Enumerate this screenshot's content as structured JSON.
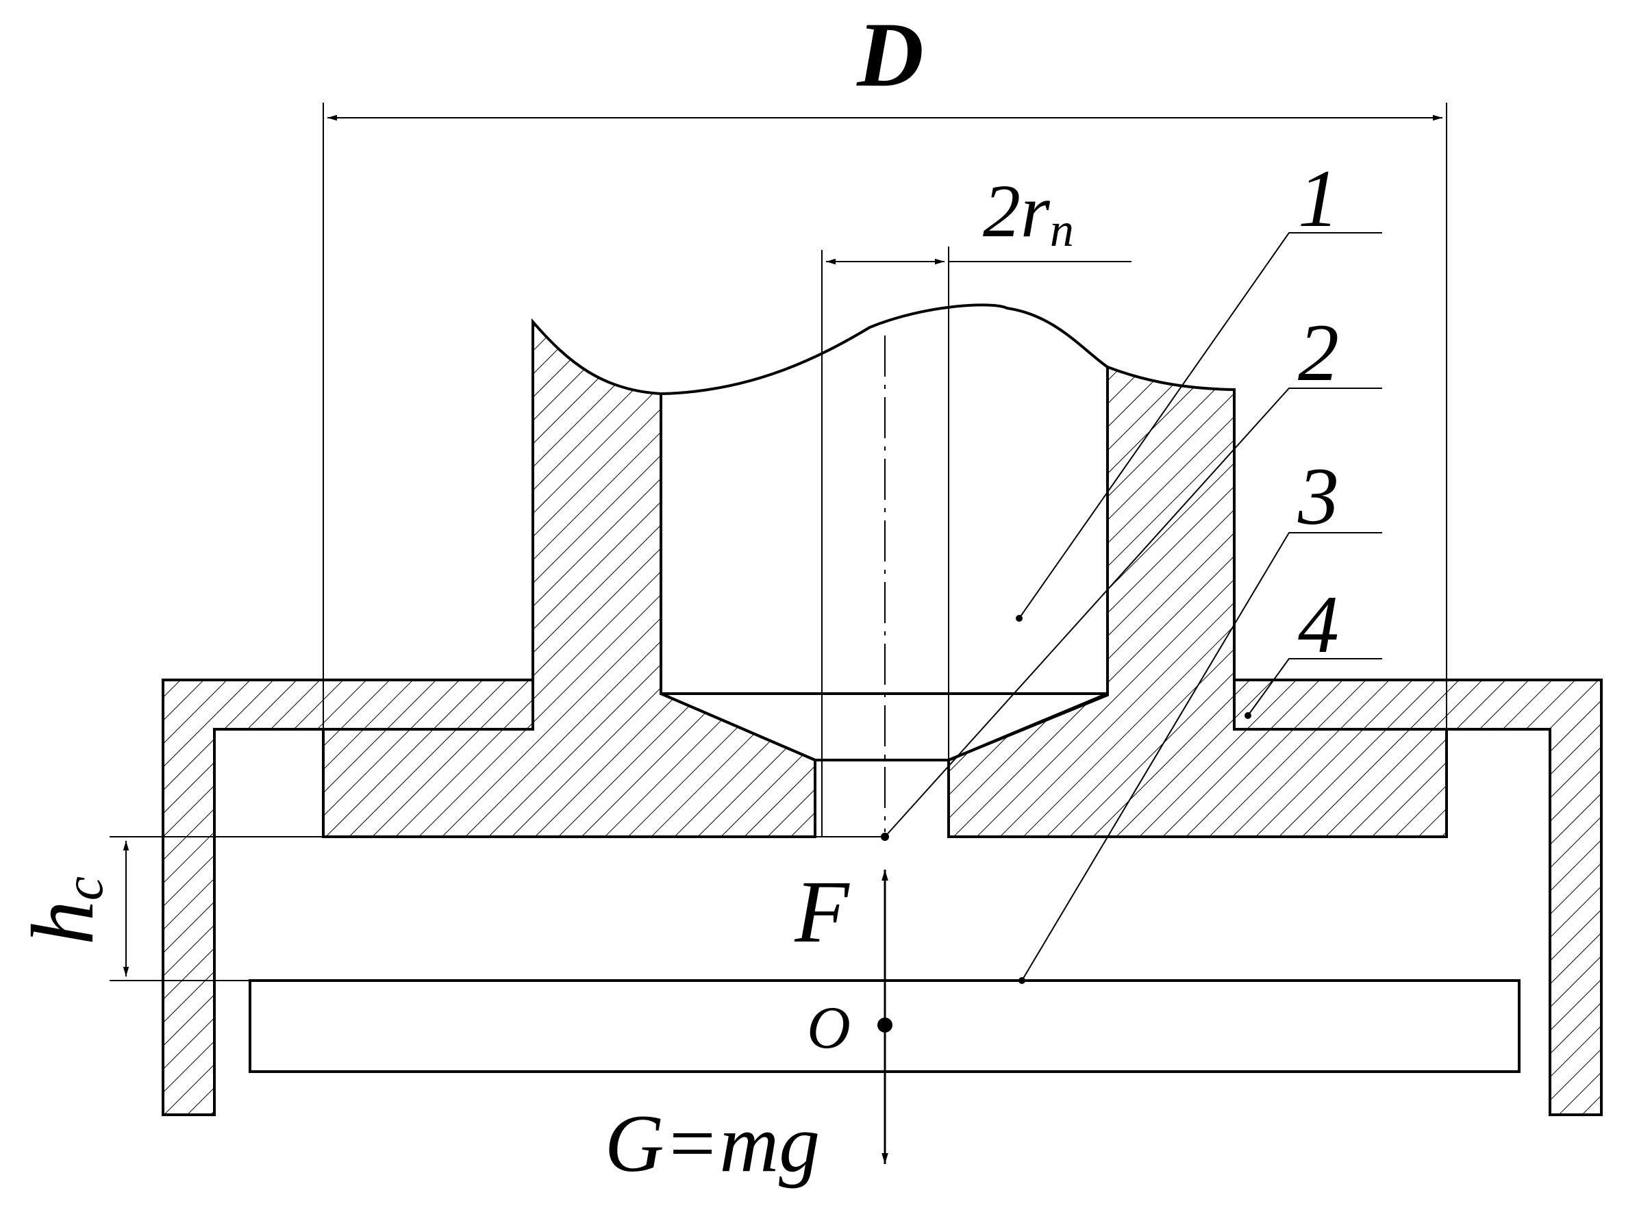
{
  "labels": {
    "diameter": "D",
    "nozzle_diameter_main": "2r",
    "nozzle_diameter_sub": "n",
    "gap_height_main": "h",
    "gap_height_sub": "c",
    "force": "F",
    "center_point": "O",
    "gravity": "G=mg"
  },
  "callouts": [
    "1",
    "2",
    "3",
    "4"
  ],
  "colors": {
    "line": "#000000",
    "background": "#ffffff"
  }
}
